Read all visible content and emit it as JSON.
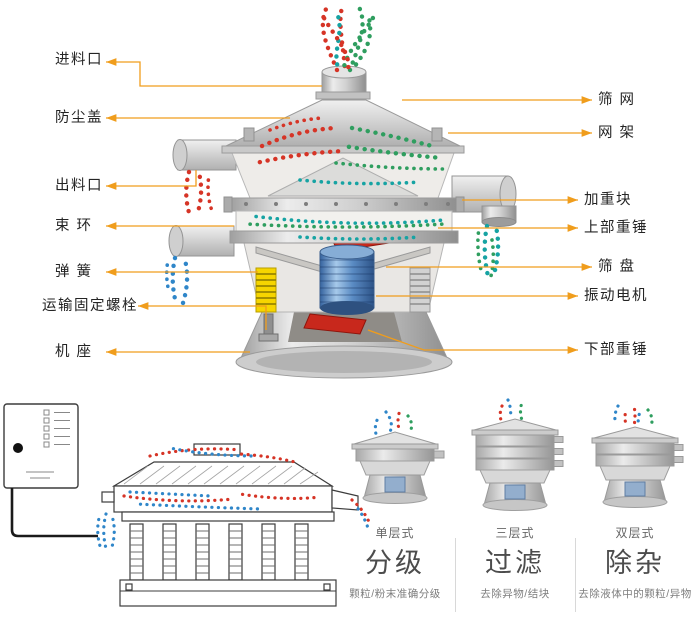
{
  "main_diagram": {
    "left_labels": [
      "进料口",
      "防尘盖",
      "出料口",
      "束 环",
      "弹 簧",
      "运输固定螺栓",
      "机 座"
    ],
    "right_labels": [
      "筛 网",
      "网 架",
      "加重块",
      "上部重锤",
      "筛 盘",
      "振动电机",
      "下部重锤"
    ]
  },
  "bottom": {
    "variants": [
      "单层式",
      "三层式",
      "双层式"
    ],
    "functions": [
      {
        "title": "分级",
        "subtitle": "颗粒/粉末准确分级"
      },
      {
        "title": "过滤",
        "subtitle": "去除异物/结块"
      },
      {
        "title": "除杂",
        "subtitle": "去除液体中的颗粒/异物"
      }
    ]
  },
  "colors": {
    "connector": "#f09d1c",
    "particle_red": "#d63426",
    "particle_green": "#2f9e5f",
    "particle_teal": "#16a3a3",
    "particle_blue": "#2f86c9",
    "motor_blue": "#5b8cc4",
    "weight_red": "#c8281c",
    "spring_yellow": "#f6d500",
    "label_text": "#242424",
    "function_title": "#4c4c4c",
    "subtitle_text": "#7d7d7d"
  }
}
